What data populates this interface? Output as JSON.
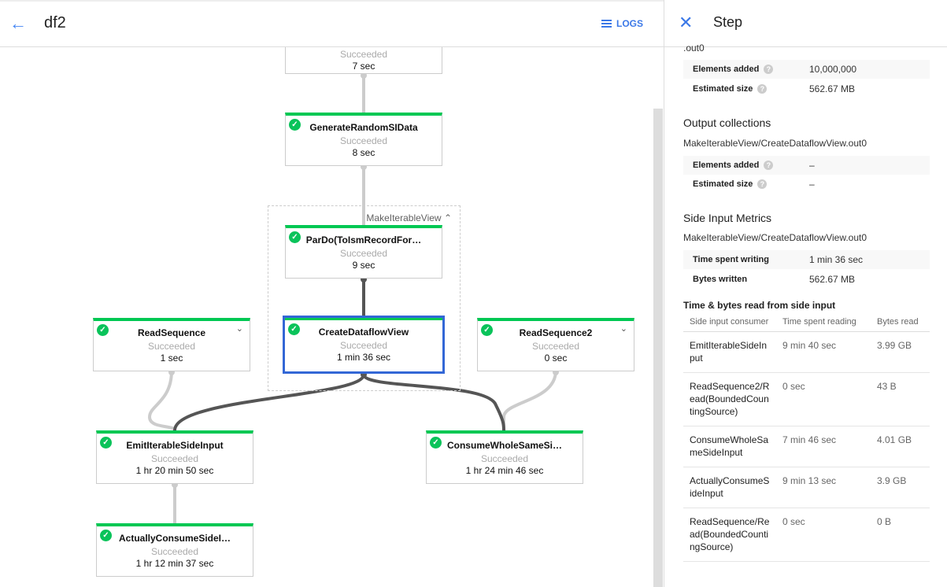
{
  "header": {
    "title": "df2",
    "logs_label": "LOGS",
    "back_icon": "arrow-back-icon"
  },
  "graph": {
    "group_label": "MakeIterableView",
    "nodes": {
      "top": {
        "name": "",
        "status": "Succeeded",
        "duration": "7 sec"
      },
      "generate": {
        "name": "GenerateRandomSIData",
        "status": "Succeeded",
        "duration": "8 sec"
      },
      "pardo": {
        "name": "ParDo(ToIsmRecordFor…",
        "status": "Succeeded",
        "duration": "9 sec"
      },
      "create": {
        "name": "CreateDataflowView",
        "status": "Succeeded",
        "duration": "1 min 36 sec"
      },
      "readseq": {
        "name": "ReadSequence",
        "status": "Succeeded",
        "duration": "1 sec"
      },
      "readseq2": {
        "name": "ReadSequence2",
        "status": "Succeeded",
        "duration": "0 sec"
      },
      "emit": {
        "name": "EmitIterableSideInput",
        "status": "Succeeded",
        "duration": "1 hr 20 min 50 sec"
      },
      "consume": {
        "name": "ConsumeWholeSameSi…",
        "status": "Succeeded",
        "duration": "1 hr 24 min 46 sec"
      },
      "actually": {
        "name": "ActuallyConsumeSideI…",
        "status": "Succeeded",
        "duration": "1 hr 12 min 37 sec"
      }
    },
    "colors": {
      "success": "#00c853",
      "selected": "#3367d6"
    }
  },
  "panel": {
    "title": "Step",
    "input_tail": ".out0",
    "input_elements_label": "Elements added",
    "input_elements": "10,000,000",
    "input_size_label": "Estimated size",
    "input_size": "562.67 MB",
    "output_title": "Output collections",
    "output_path": "MakeIterableView/CreateDataflowView.out0",
    "output_elements_label": "Elements added",
    "output_elements": "–",
    "output_size_label": "Estimated size",
    "output_size": "–",
    "side_title": "Side Input Metrics",
    "side_path": "MakeIterableView/CreateDataflowView.out0",
    "time_writing_label": "Time spent writing",
    "time_writing": "1 min 36 sec",
    "bytes_written_label": "Bytes written",
    "bytes_written": "562.67 MB",
    "read_title": "Time & bytes read from side input",
    "columns": [
      "Side input consumer",
      "Time spent reading",
      "Bytes read"
    ],
    "rows": [
      [
        "EmitIterableSideInput",
        "9 min 40 sec",
        "3.99 GB"
      ],
      [
        "ReadSequence2/Read(BoundedCountingSource)",
        "0 sec",
        "43 B"
      ],
      [
        "ConsumeWholeSameSideInput",
        "7 min 46 sec",
        "4.01 GB"
      ],
      [
        "ActuallyConsumeSideInput",
        "9 min 13 sec",
        "3.9 GB"
      ],
      [
        "ReadSequence/Read(BoundedCountingSource)",
        "0 sec",
        "0 B"
      ]
    ]
  }
}
